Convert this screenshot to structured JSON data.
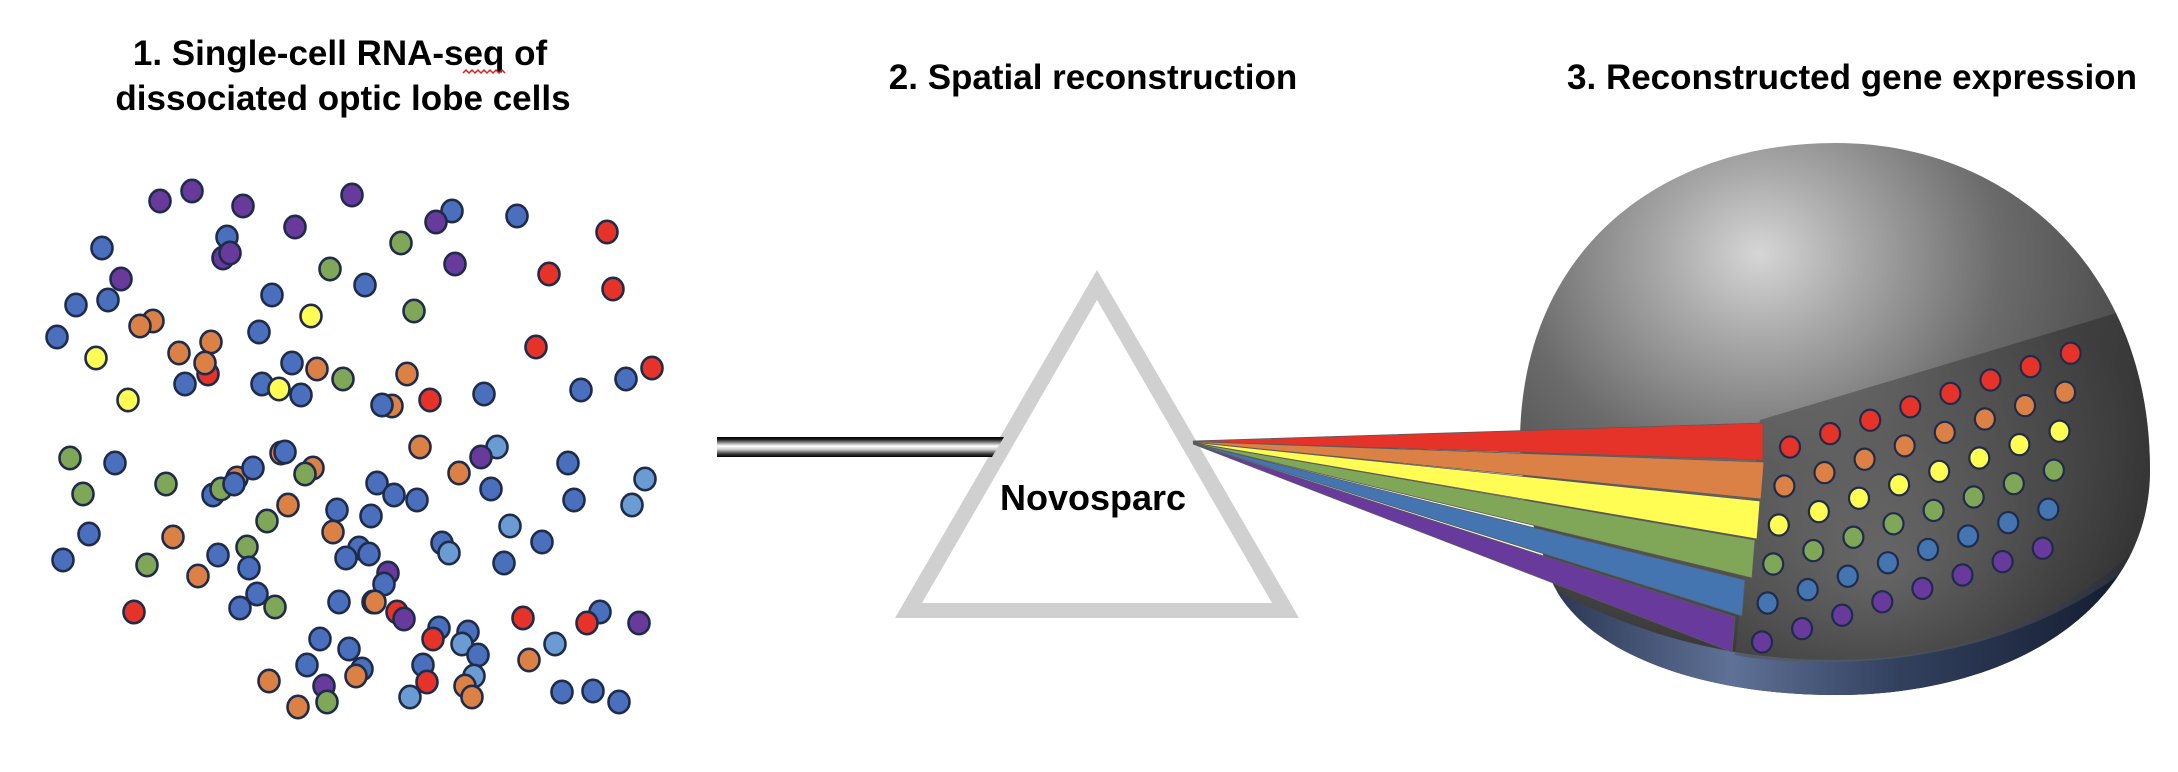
{
  "panels": {
    "step1": {
      "title_line1": "1. Single-cell RNA-seq of",
      "title_line2": "dissociated optic lobe cells",
      "spellcheck_flagged_word": "seq"
    },
    "step2": {
      "title": "2. Spatial reconstruction",
      "prism_label": "Novosparc"
    },
    "step3": {
      "title": "3. Reconstructed gene expression"
    }
  },
  "palette": {
    "red": "#e63329",
    "orange": "#dc8146",
    "yellow": "#fffc54",
    "green": "#80a757",
    "blue": "#4a6fbd",
    "light_blue": "#6a9bd3",
    "purple": "#673a9b",
    "spectrum_blue": "#4575b0",
    "prism_gray": "#d0d0d0",
    "cell_outline": "#1f2b4a"
  },
  "spectrum_bands": [
    "red",
    "orange",
    "yellow",
    "green",
    "spectrum_blue",
    "purple"
  ],
  "sphere_grid": {
    "rows": [
      "red",
      "orange",
      "yellow",
      "green",
      "spectrum_blue",
      "purple"
    ],
    "columns": 8
  },
  "dissociated_cells": {
    "color_order": [
      "purple",
      "purple",
      "purple",
      "purple",
      "purple",
      "blue",
      "purple",
      "purple",
      "blue",
      "purple",
      "green",
      "blue",
      "blue",
      "blue",
      "blue",
      "yellow",
      "orange",
      "orange",
      "blue",
      "blue",
      "orange",
      "orange",
      "yellow",
      "red",
      "orange",
      "blue",
      "blue",
      "orange",
      "green",
      "blue",
      "yellow",
      "blue",
      "yellow",
      "blue",
      "purple",
      "blue",
      "red",
      "green",
      "purple",
      "red",
      "red",
      "green",
      "red",
      "orange",
      "red",
      "blue",
      "blue",
      "blue",
      "red",
      "orange",
      "blue",
      "orange",
      "light_blue",
      "purple",
      "blue",
      "green",
      "blue",
      "green",
      "green",
      "blue",
      "green",
      "orange",
      "blue",
      "blue",
      "orange",
      "blue",
      "orange",
      "green",
      "orange",
      "green",
      "blue",
      "orange",
      "blue",
      "orange",
      "blue",
      "blue",
      "green",
      "blue",
      "blue",
      "green",
      "blue",
      "orange",
      "blue",
      "blue",
      "blue",
      "blue",
      "blue",
      "green",
      "red",
      "blue",
      "blue",
      "blue",
      "blue",
      "blue",
      "blue",
      "orange",
      "orange",
      "purple",
      "green",
      "orange",
      "orange",
      "blue",
      "light_blue",
      "blue",
      "blue",
      "blue",
      "light_blue",
      "light_blue",
      "blue",
      "blue",
      "light_blue",
      "blue",
      "purple",
      "blue",
      "orange",
      "red",
      "purple",
      "red",
      "blue",
      "red",
      "purple",
      "blue",
      "red",
      "blue",
      "light_blue",
      "blue",
      "light_blue",
      "orange",
      "blue",
      "red",
      "light_blue",
      "orange",
      "orange",
      "light_blue",
      "blue",
      "blue"
    ]
  }
}
